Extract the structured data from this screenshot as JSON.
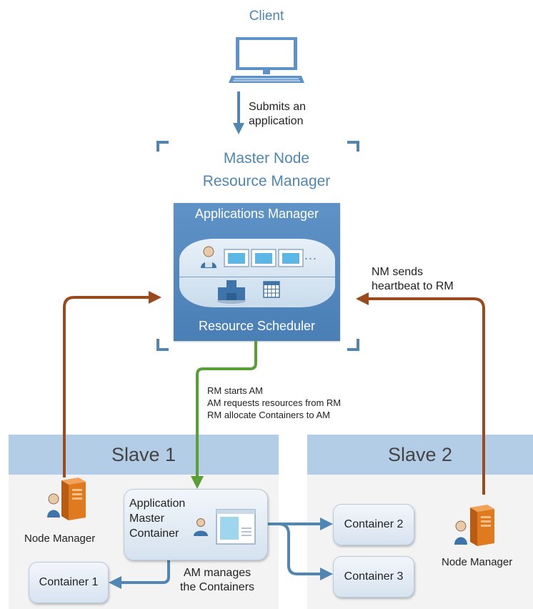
{
  "client": {
    "label": "Client"
  },
  "submit_label": [
    "Submits an",
    "application"
  ],
  "master": {
    "line1": "Master Node",
    "line2": "Resource Manager"
  },
  "rm": {
    "apps_manager": "Applications Manager",
    "scheduler": "Resource Scheduler",
    "ellipsis": "..."
  },
  "green_flow": [
    "RM starts AM",
    "AM requests resources from RM",
    "RM allocate Containers to AM"
  ],
  "heartbeat_label": [
    "NM sends",
    "heartbeat to RM"
  ],
  "slave1": {
    "title": "Slave 1",
    "node_manager": "Node Manager",
    "am_container": [
      "Application",
      "Master",
      "Container"
    ],
    "container1": "Container 1"
  },
  "am_manages": [
    "AM manages",
    "the Containers"
  ],
  "slave2": {
    "title": "Slave 2",
    "container2": "Container 2",
    "container3": "Container 3",
    "node_manager": "Node Manager"
  },
  "colors": {
    "blue": "#4f86b4",
    "brown": "#9b4a1e",
    "green": "#5a9e37",
    "slave_header": "#b4cde6",
    "server_orange": "#e07a1f"
  }
}
